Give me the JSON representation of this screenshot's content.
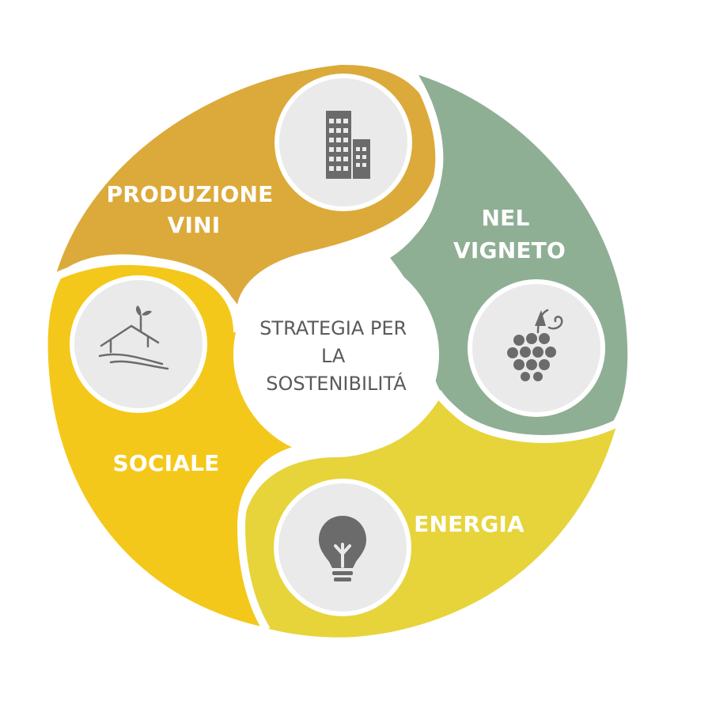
{
  "center": {
    "lines": [
      "STRATEGIA PER",
      "LA",
      "SOSTENIBILITÁ"
    ]
  },
  "segments": [
    {
      "id": "produzione",
      "lines": [
        "PRODUZIONE",
        "VINI"
      ],
      "color": "#dcaa3a",
      "icon": "buildings-icon"
    },
    {
      "id": "vigneto",
      "lines": [
        "NEL",
        "VIGNETO"
      ],
      "color": "#8faf95",
      "icon": "grapes-icon"
    },
    {
      "id": "energia",
      "lines": [
        "ENERGIA"
      ],
      "color": "#e6d43a",
      "icon": "lightbulb-icon"
    },
    {
      "id": "sociale",
      "lines": [
        "SOCIALE"
      ],
      "color": "#f4c81a",
      "icon": "house-icon"
    }
  ],
  "colors": {
    "center_text": "#5a5a5a",
    "icon_circle": "#eaeaea",
    "icon": "#6b6b6b"
  }
}
